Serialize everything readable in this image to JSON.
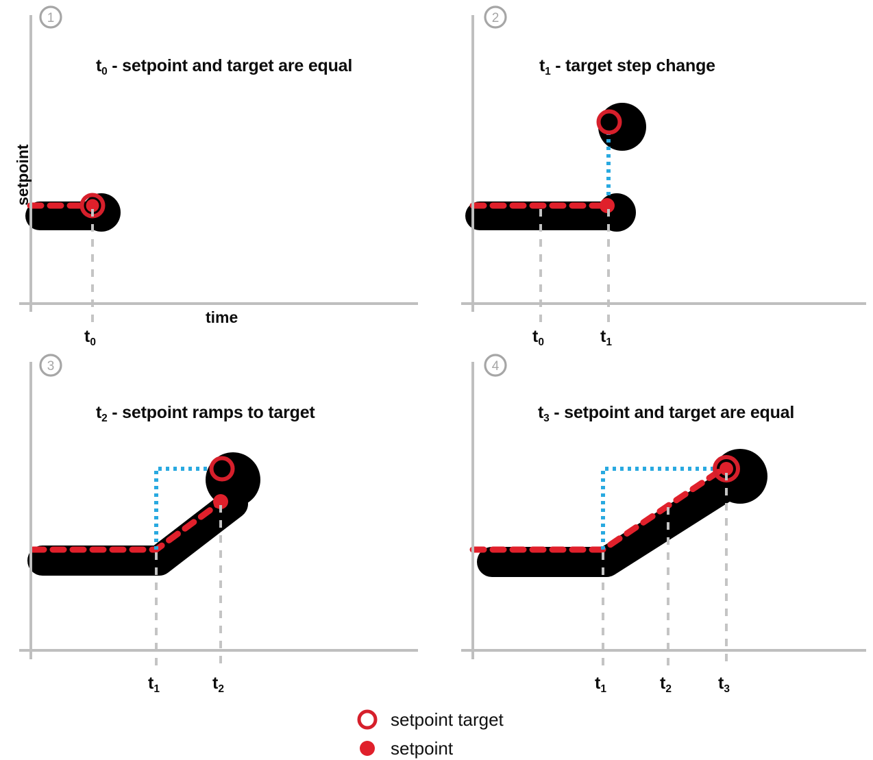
{
  "figure": {
    "title_hidden": "",
    "background_color": "#ffffff",
    "colors": {
      "setpoint_red": "#E0202B",
      "target_ring_red": "#D61F2B",
      "step_cyan": "#29A9E0",
      "axis_gray": "#BFBFBF",
      "guide_gray": "#C4C4C4",
      "badge_gray": "#A6A6A6",
      "trace_black": "#000000",
      "text_black": "#0D0D0D"
    }
  },
  "panels": [
    {
      "badge": "1",
      "title_prefix": "t",
      "title_sub": "0",
      "title_rest": " - setpoint and target are equal",
      "x_axis_label": "time",
      "y_axis_label": "setpoint",
      "ticks": [
        {
          "prefix": "t",
          "sub": "0"
        }
      ]
    },
    {
      "badge": "2",
      "title_prefix": "t",
      "title_sub": "1",
      "title_rest": " - target step change",
      "x_axis_label": "",
      "y_axis_label": "",
      "ticks": [
        {
          "prefix": "t",
          "sub": "0"
        },
        {
          "prefix": "t",
          "sub": "1"
        }
      ]
    },
    {
      "badge": "3",
      "title_prefix": "t",
      "title_sub": "2",
      "title_rest": " - setpoint ramps to target",
      "x_axis_label": "",
      "y_axis_label": "",
      "ticks": [
        {
          "prefix": "t",
          "sub": "1"
        },
        {
          "prefix": "t",
          "sub": "2"
        }
      ]
    },
    {
      "badge": "4",
      "title_prefix": "t",
      "title_sub": "3",
      "title_rest": " - setpoint and target are equal",
      "x_axis_label": "",
      "y_axis_label": "",
      "ticks": [
        {
          "prefix": "t",
          "sub": "1"
        },
        {
          "prefix": "t",
          "sub": "2"
        },
        {
          "prefix": "t",
          "sub": "3"
        }
      ]
    }
  ],
  "legend": {
    "items": [
      {
        "icon": "open-circle-icon",
        "label": "setpoint target"
      },
      {
        "icon": "filled-circle-icon",
        "label": "setpoint"
      }
    ]
  },
  "chart_data": {
    "type": "line",
    "title": "Setpoint ramping to target over time (4-stage sequence)",
    "xlabel": "time",
    "ylabel": "setpoint",
    "grid": false,
    "legend_position": "bottom-center",
    "axes": {
      "x_range": [
        0,
        10
      ],
      "y_range": [
        0,
        10
      ],
      "ticks_shown": "t-markers only"
    },
    "panels": [
      {
        "id": 1,
        "label": "t0 - setpoint and target are equal",
        "time_markers": [
          {
            "name": "t0",
            "x": 2.0
          }
        ],
        "setpoint_trace": {
          "x": [
            0.0,
            2.0
          ],
          "y": [
            3.4,
            3.4
          ]
        },
        "setpoint_marker": {
          "x": 2.0,
          "y": 3.4
        },
        "target_marker": {
          "x": 2.0,
          "y": 3.4
        },
        "step_connector": null
      },
      {
        "id": 2,
        "label": "t1 - target step change",
        "time_markers": [
          {
            "name": "t0",
            "x": 2.0
          },
          {
            "name": "t1",
            "x": 4.0
          }
        ],
        "setpoint_trace": {
          "x": [
            0.0,
            4.0
          ],
          "y": [
            3.4,
            3.4
          ]
        },
        "setpoint_marker": {
          "x": 4.0,
          "y": 3.4
        },
        "target_marker": {
          "x": 4.0,
          "y": 6.5
        },
        "step_connector": {
          "x": [
            4.0,
            4.0
          ],
          "y": [
            3.4,
            6.5
          ],
          "style": "dotted-cyan"
        }
      },
      {
        "id": 3,
        "label": "t2 - setpoint ramps to target",
        "time_markers": [
          {
            "name": "t1",
            "x": 2.2
          },
          {
            "name": "t2",
            "x": 4.2
          }
        ],
        "setpoint_trace": {
          "x": [
            0.0,
            2.2,
            4.2
          ],
          "y": [
            3.0,
            3.0,
            5.1
          ]
        },
        "setpoint_marker": {
          "x": 4.2,
          "y": 5.1
        },
        "target_marker": {
          "x": 4.2,
          "y": 6.6
        },
        "step_connector": {
          "x": [
            2.2,
            2.2,
            4.2
          ],
          "y": [
            3.0,
            6.6,
            6.6
          ],
          "style": "dotted-cyan"
        }
      },
      {
        "id": 4,
        "label": "t3 - setpoint and target are equal",
        "time_markers": [
          {
            "name": "t1",
            "x": 2.2
          },
          {
            "name": "t2",
            "x": 3.6
          },
          {
            "name": "t3",
            "x": 5.0
          }
        ],
        "setpoint_trace": {
          "x": [
            0.0,
            2.2,
            5.0
          ],
          "y": [
            3.0,
            3.0,
            6.6
          ]
        },
        "setpoint_marker": {
          "x": 5.0,
          "y": 6.6
        },
        "target_marker": {
          "x": 5.0,
          "y": 6.6
        },
        "step_connector": {
          "x": [
            2.2,
            2.2,
            5.0
          ],
          "y": [
            3.0,
            6.6,
            6.6
          ],
          "style": "dotted-cyan"
        }
      }
    ],
    "series_legend": [
      "setpoint target",
      "setpoint"
    ]
  }
}
